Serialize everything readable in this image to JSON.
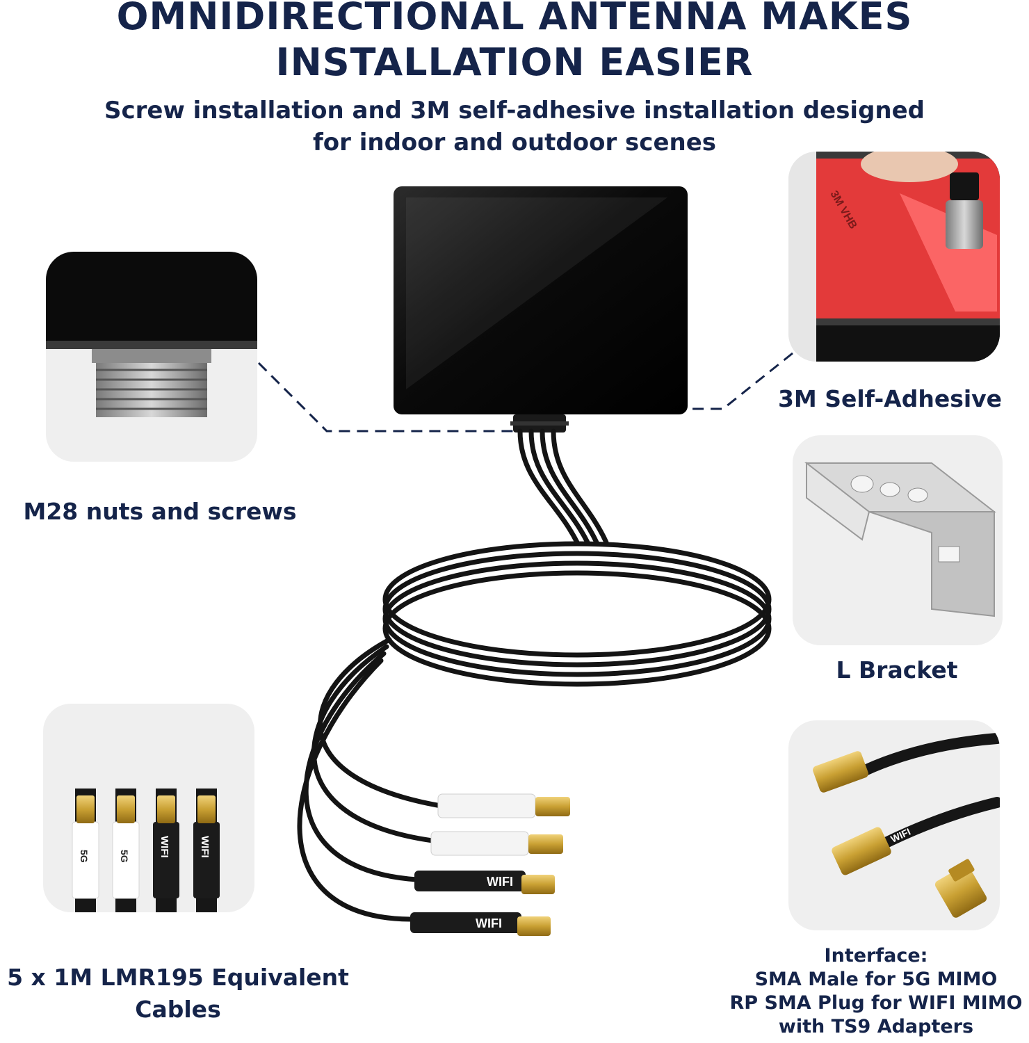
{
  "title": {
    "line1": "OMNIDIRECTIONAL ANTENNA MAKES",
    "line2": "INSTALLATION EASIER"
  },
  "subtitle": {
    "line1": "Screw installation and 3M self-adhesive installation designed",
    "line2": "for indoor and outdoor scenes"
  },
  "features": {
    "screws": "M28 nuts and screws",
    "adhesive": "3M Self-Adhesive",
    "bracket": "L Bracket",
    "cables_line1": "5 x 1M LMR195 Equivalent",
    "cables_line2": "Cables"
  },
  "interface": {
    "line1": "Interface:",
    "line2": "SMA Male for 5G MIMO",
    "line3": "RP SMA Plug for WIFI MIMO",
    "line4": "with TS9 Adapters"
  },
  "cable_tags": {
    "tag_5g": "5G",
    "tag_wifi": "WIFI"
  },
  "adhesive_tape_text": "3M VHB",
  "colors": {
    "navy": "#15244a",
    "tile": "#efefef",
    "gold": "#c9a033",
    "adhesive_red": "#e33a3a"
  }
}
